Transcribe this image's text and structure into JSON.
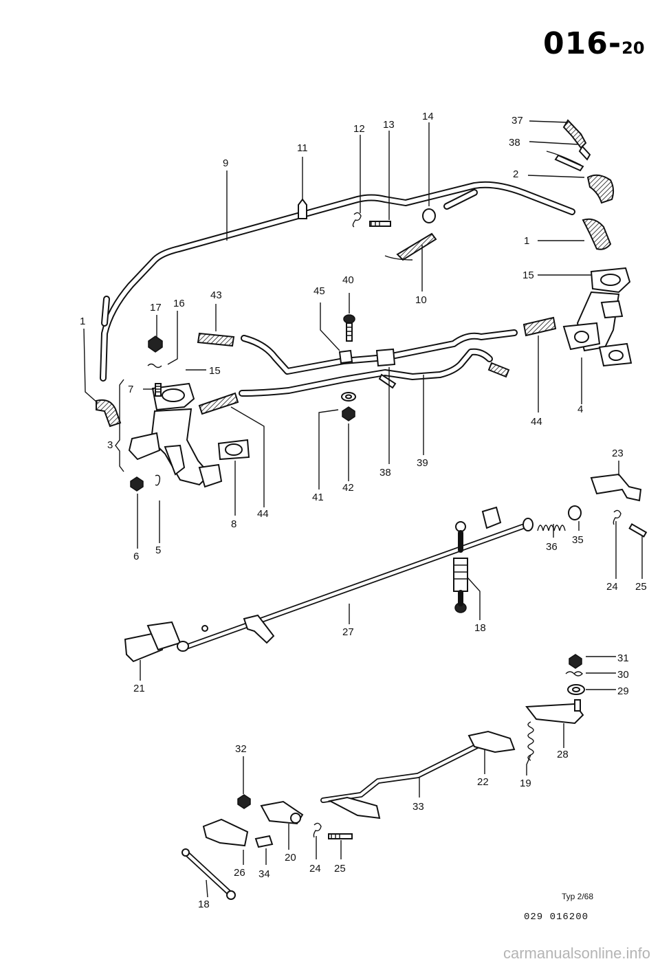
{
  "header": {
    "group": "016",
    "sep": "-",
    "sub": "20"
  },
  "footer": {
    "type_note": "Typ 2/68",
    "drawing_code": "029 016200"
  },
  "watermark": "carmanualsonline.info",
  "part_labels": [
    "1",
    "1",
    "2",
    "3",
    "4",
    "5",
    "6",
    "7",
    "8",
    "9",
    "10",
    "11",
    "12",
    "13",
    "14",
    "15",
    "15",
    "16",
    "17",
    "18",
    "18",
    "19",
    "20",
    "21",
    "22",
    "23",
    "24",
    "24",
    "25",
    "25",
    "26",
    "27",
    "28",
    "29",
    "30",
    "31",
    "32",
    "33",
    "34",
    "35",
    "36",
    "37",
    "38",
    "38",
    "39",
    "40",
    "41",
    "42",
    "43",
    "44",
    "44",
    "45"
  ]
}
